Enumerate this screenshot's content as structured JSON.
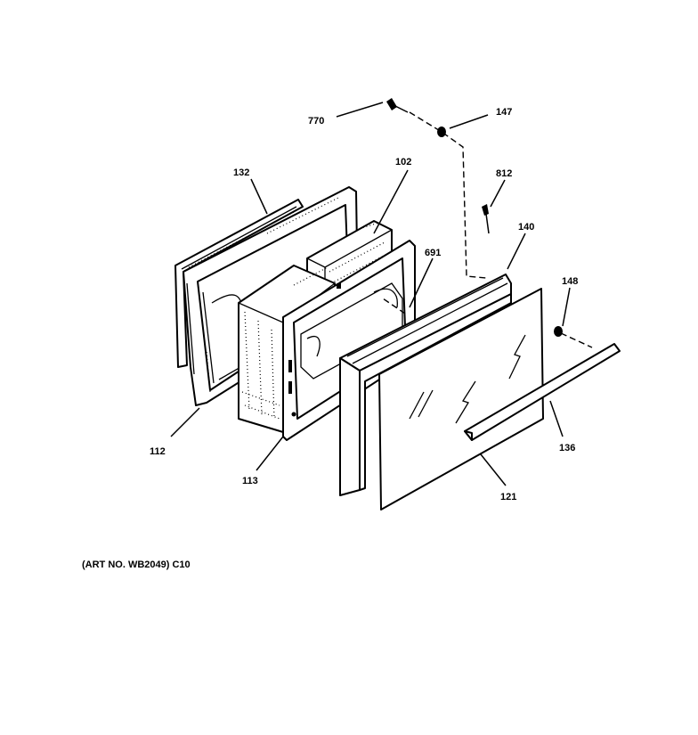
{
  "callouts": {
    "p770": "770",
    "p147": "147",
    "p132": "132",
    "p102": "102",
    "p812": "812",
    "p140": "140",
    "p691": "691",
    "p148": "148",
    "p112": "112",
    "p136": "136",
    "p113": "113",
    "p121": "121"
  },
  "art_note": "(ART NO. WB2049) C10"
}
